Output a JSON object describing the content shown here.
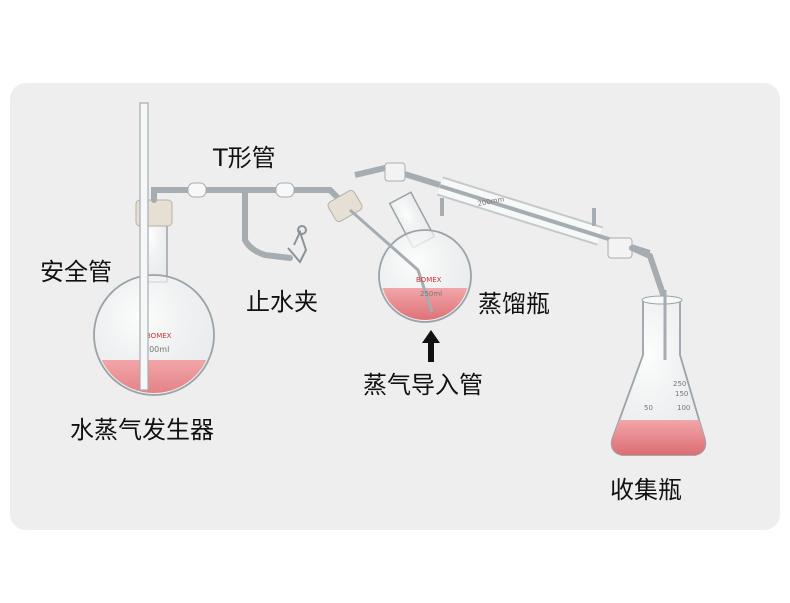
{
  "labels": {
    "safety_tube": "安全管",
    "t_tube": "T形管",
    "pinch_clamp": "止水夹",
    "distilling_flask": "蒸馏瓶",
    "steam_inlet_tube": "蒸气导入管",
    "steam_generator": "水蒸气发生器",
    "receiving_flask": "收集瓶"
  },
  "glass_markings": {
    "generator_volume": "500ml",
    "flask_volume": "250ml",
    "condenser_volume": "200mm",
    "erlenmeyer_volume": "250",
    "erlenmeyer_graduations": [
      "150",
      "100",
      "50"
    ],
    "brand": "BOMEX"
  },
  "colors": {
    "panel_bg": "#eeeeee",
    "liquid": "#e98a8e",
    "glass": "#9aa3a8",
    "stopper": "#e6e0d4",
    "text": "#111111"
  }
}
